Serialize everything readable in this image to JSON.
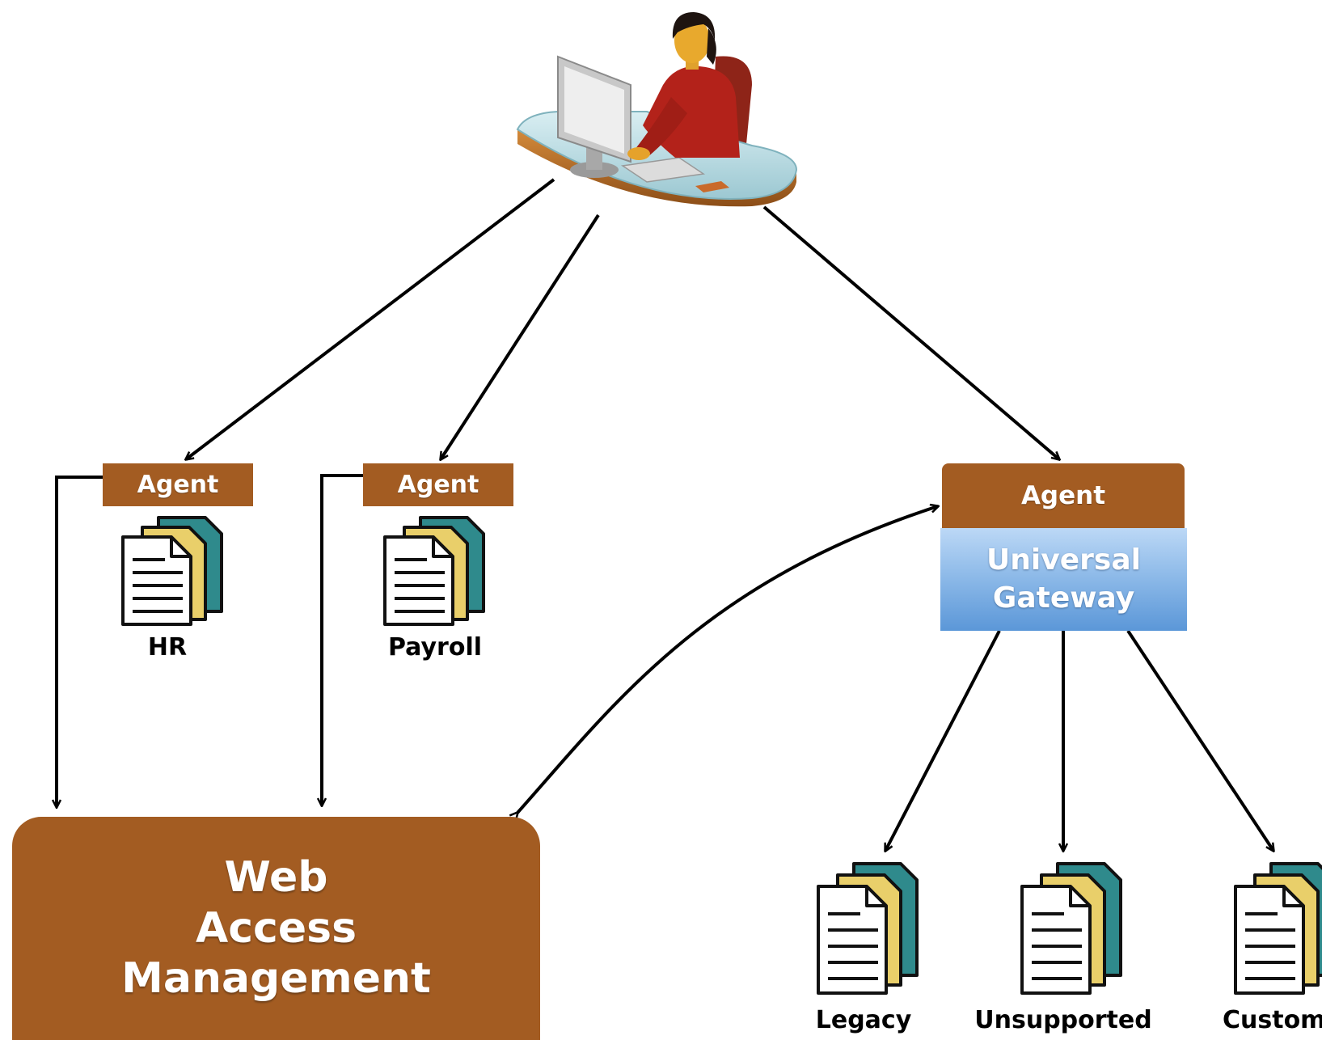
{
  "user": {
    "icon": "user-at-computer-icon"
  },
  "agents": {
    "hr_agent_label": "Agent",
    "payroll_agent_label": "Agent",
    "gateway_agent_label": "Agent"
  },
  "gateway": {
    "line1": "Universal",
    "line2": "Gateway"
  },
  "wam": {
    "line1": "Web",
    "line2": "Access",
    "line3": "Management"
  },
  "apps": {
    "hr": "HR",
    "payroll": "Payroll",
    "legacy": "Legacy",
    "unsupported": "Unsupported",
    "custom": "Custom"
  },
  "colors": {
    "brand_brown": "#a35c22",
    "gateway_blue": "#5b97d8",
    "doc_teal": "#2f8a8c",
    "doc_yellow": "#e9cf6a"
  }
}
